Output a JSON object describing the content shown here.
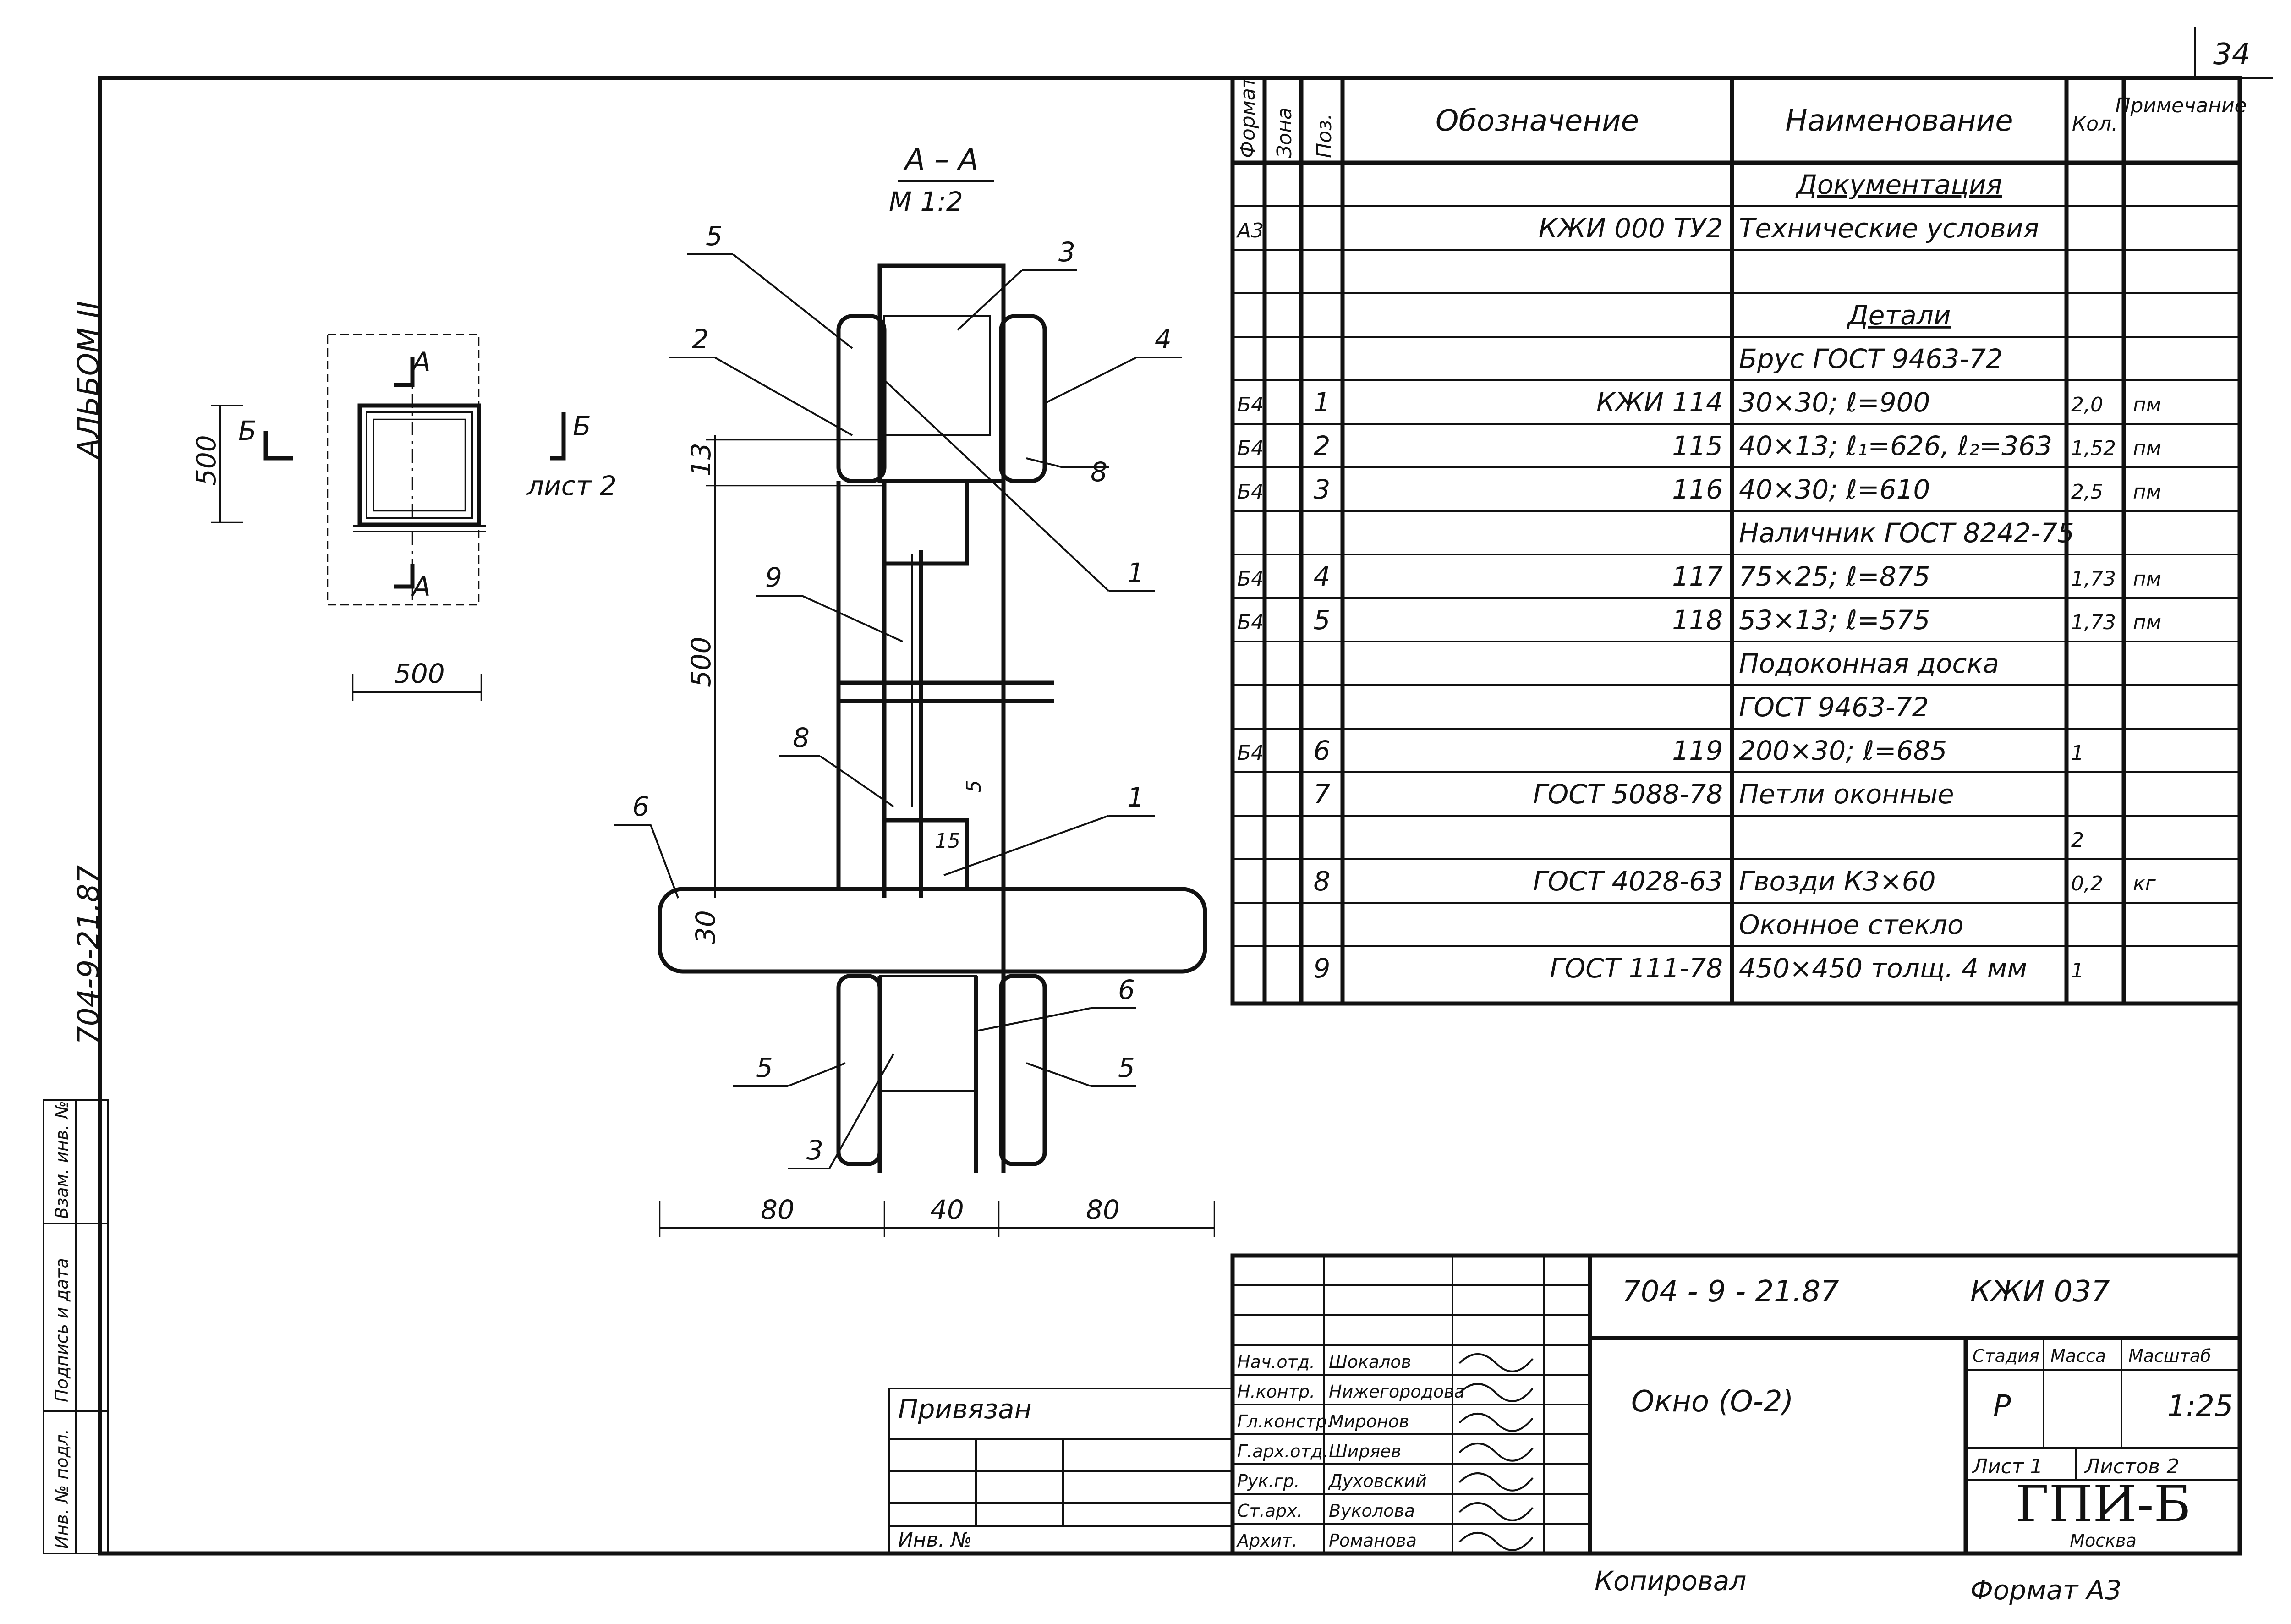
{
  "sheet_number": "34",
  "side_labels": {
    "album": "АЛЬБОМ II",
    "project": "704-9-21.87"
  },
  "side_stamp": {
    "inv_orig": "Инв. № подл.",
    "sign_date": "Подпись и дата",
    "replace_inv": "Взам. инв. №"
  },
  "plan": {
    "dims": [
      "500",
      "500"
    ],
    "section_mark": "А",
    "view_mark": "Б",
    "sheet_ref": "лист 2"
  },
  "section": {
    "title": "А – А",
    "scale": "М 1:2",
    "callouts": [
      "1",
      "1",
      "2",
      "3",
      "3",
      "4",
      "5",
      "5",
      "5",
      "6",
      "6",
      "8",
      "8",
      "9"
    ],
    "dims": {
      "top": "13",
      "height": "500",
      "gap": "5",
      "sill_thick": "30",
      "corner": "15",
      "bottom": [
        "80",
        "40",
        "80"
      ]
    }
  },
  "spec": {
    "headers": {
      "format": "Формат",
      "zone": "Зона",
      "pos": "Поз.",
      "designation": "Обозначение",
      "name": "Наименование",
      "qty": "Кол.",
      "note": "Примечание"
    },
    "rows": [
      {
        "format": "",
        "pos": "",
        "designation": "",
        "name": "Документация",
        "qty": "",
        "note": "",
        "section": true
      },
      {
        "format": "А3",
        "pos": "",
        "designation": "КЖИ 000 ТУ2",
        "name": "Технические условия",
        "qty": "",
        "note": ""
      },
      {
        "format": "",
        "pos": "",
        "designation": "",
        "name": "",
        "qty": "",
        "note": ""
      },
      {
        "format": "",
        "pos": "",
        "designation": "",
        "name": "Детали",
        "qty": "",
        "note": "",
        "section": true
      },
      {
        "format": "",
        "pos": "",
        "designation": "",
        "name": "Брус ГОСТ 9463-72",
        "qty": "",
        "note": ""
      },
      {
        "format": "Б4",
        "pos": "1",
        "designation": "КЖИ 114",
        "name": "30×30; ℓ=900",
        "qty": "2,0",
        "note": "пм"
      },
      {
        "format": "Б4",
        "pos": "2",
        "designation": "115",
        "name": "40×13; ℓ₁=626, ℓ₂=363",
        "qty": "1,52",
        "note": "пм"
      },
      {
        "format": "Б4",
        "pos": "3",
        "designation": "116",
        "name": "40×30; ℓ=610",
        "qty": "2,5",
        "note": "пм"
      },
      {
        "format": "",
        "pos": "",
        "designation": "",
        "name": "Наличник ГОСТ 8242-75",
        "qty": "",
        "note": ""
      },
      {
        "format": "Б4",
        "pos": "4",
        "designation": "117",
        "name": "75×25; ℓ=875",
        "qty": "1,73",
        "note": "пм"
      },
      {
        "format": "Б4",
        "pos": "5",
        "designation": "118",
        "name": "53×13; ℓ=575",
        "qty": "1,73",
        "note": "пм"
      },
      {
        "format": "",
        "pos": "",
        "designation": "",
        "name": "Подоконная доска",
        "qty": "",
        "note": ""
      },
      {
        "format": "",
        "pos": "",
        "designation": "",
        "name": "ГОСТ 9463-72",
        "qty": "",
        "note": ""
      },
      {
        "format": "Б4",
        "pos": "6",
        "designation": "119",
        "name": "200×30; ℓ=685",
        "qty": "1",
        "note": ""
      },
      {
        "format": "",
        "pos": "7",
        "designation": "ГОСТ 5088-78",
        "name": "Петли оконные",
        "qty": "",
        "note": ""
      },
      {
        "format": "",
        "pos": "",
        "designation": "",
        "name": "",
        "qty": "2",
        "note": ""
      },
      {
        "format": "",
        "pos": "8",
        "designation": "ГОСТ 4028-63",
        "name": "Гвозди К3×60",
        "qty": "0,2",
        "note": "кг"
      },
      {
        "format": "",
        "pos": "",
        "designation": "",
        "name": "Оконное стекло",
        "qty": "",
        "note": ""
      },
      {
        "format": "",
        "pos": "9",
        "designation": "ГОСТ 111-78",
        "name": "450×450 толщ. 4 мм",
        "qty": "1",
        "note": ""
      }
    ]
  },
  "title_block": {
    "doc_code": "704 - 9 - 21.87",
    "doc_mark": "КЖИ 037",
    "title": "Окно (О-2)",
    "stage_label": "Стадия",
    "mass_label": "Масса",
    "scale_label": "Масштаб",
    "stage": "Р",
    "scale": "1:25",
    "sheet_label": "Лист 1",
    "sheets_label": "Листов 2",
    "org": "ГПИ-Б",
    "city": "Москва",
    "people": [
      {
        "role": "Нач.отд.",
        "name": "Шокалов"
      },
      {
        "role": "Н.контр.",
        "name": "Нижегородова"
      },
      {
        "role": "Гл.констр.",
        "name": "Миронов"
      },
      {
        "role": "Г.арх.отд.",
        "name": "Ширяев"
      },
      {
        "role": "Рук.гр.",
        "name": "Духовский"
      },
      {
        "role": "Ст.арх.",
        "name": "Вуколова"
      },
      {
        "role": "Архит.",
        "name": "Романова"
      }
    ],
    "privyazan": "Привязан",
    "inv_no": "Инв. №"
  },
  "footer": {
    "copied": "Копировал",
    "format": "Формат А3"
  }
}
